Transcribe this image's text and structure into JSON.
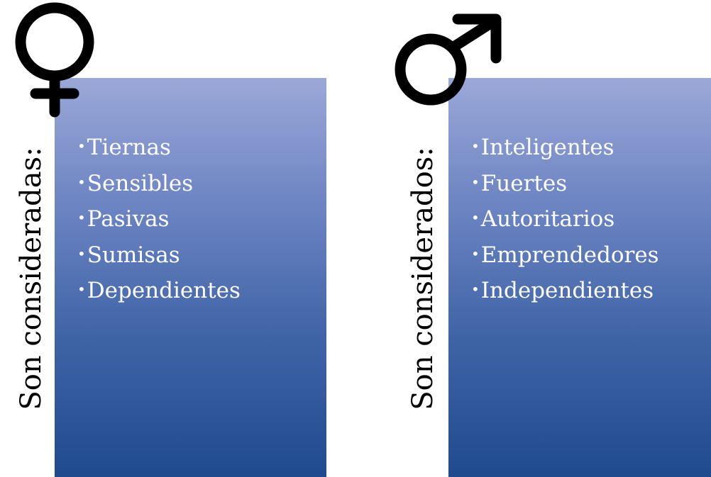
{
  "female": {
    "symbol": "female-symbol-icon",
    "label": "Son consideradas:",
    "items": [
      "Tiernas",
      "Sensibles",
      "Pasivas",
      "Sumisas",
      "Dependientes"
    ]
  },
  "male": {
    "symbol": "male-symbol-icon",
    "label": "Son considerados:",
    "items": [
      "Inteligentes",
      "Fuertes",
      "Autoritarios",
      "Emprendedores",
      "Independientes"
    ]
  },
  "colors": {
    "panel_top": "#9ba8d8",
    "panel_bottom": "#1f4b8e",
    "text_on_panel": "#ffffff",
    "symbol": "#000000"
  }
}
